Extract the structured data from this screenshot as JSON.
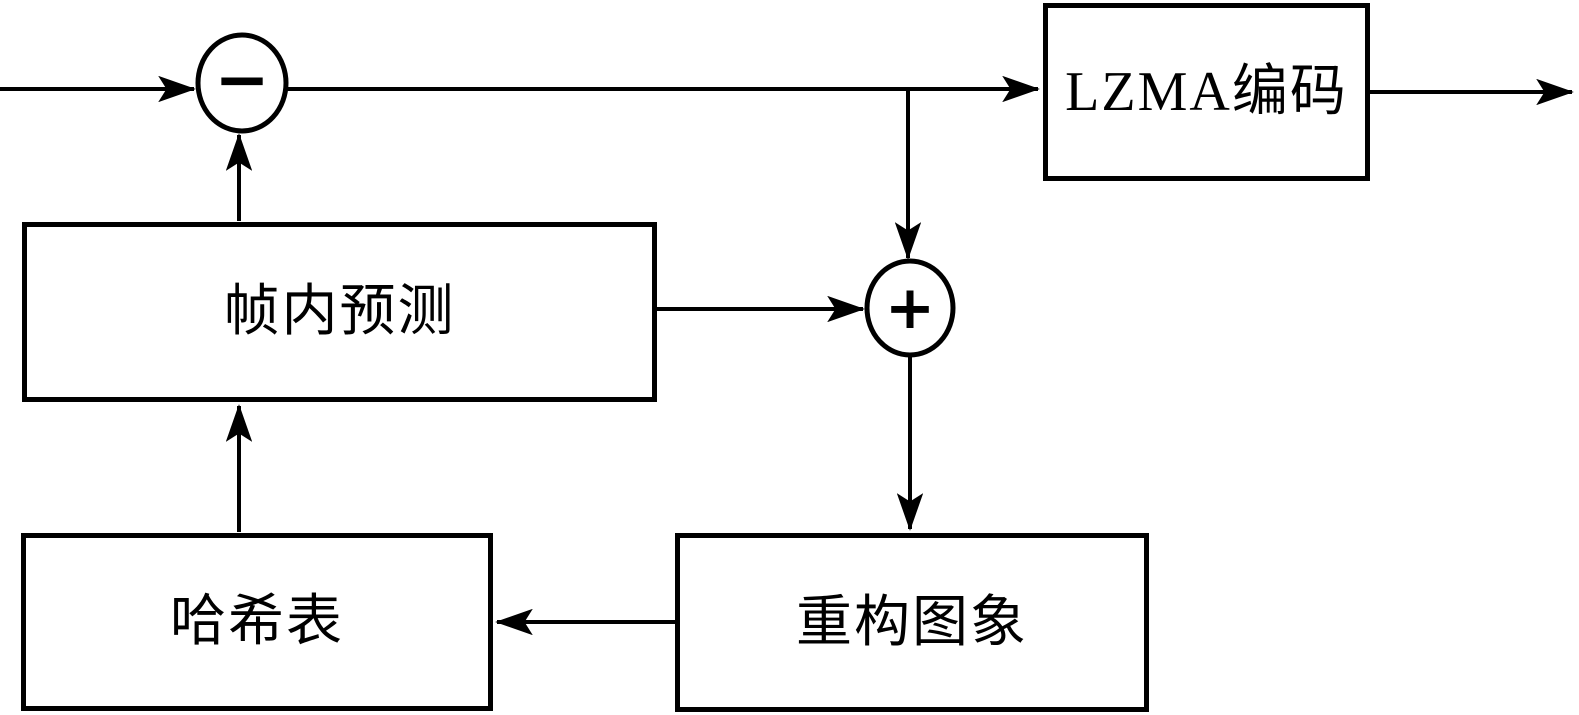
{
  "diagram": {
    "type": "block-diagram",
    "description": "Intra-frame prediction + LZMA encoding pipeline flowchart",
    "background_color": "#ffffff",
    "line_color": "#000000",
    "nodes": {
      "subtractor": {
        "symbol": "−",
        "shape": "circle"
      },
      "adder": {
        "symbol": "+",
        "shape": "circle"
      },
      "lzma": {
        "label": "LZMA编码",
        "shape": "rect"
      },
      "intra_prediction": {
        "label": "帧内预测",
        "shape": "rect"
      },
      "hash_table": {
        "label": "哈希表",
        "shape": "rect"
      },
      "reconstructed_image": {
        "label": "重构图象",
        "shape": "rect"
      }
    },
    "edges": [
      {
        "from": "input",
        "to": "subtractor",
        "arrow": true
      },
      {
        "from": "subtractor",
        "to": "lzma",
        "arrow": true
      },
      {
        "from": "lzma",
        "to": "output",
        "arrow": true
      },
      {
        "from": "subtractor_lzma_line",
        "to": "adder",
        "arrow": true
      },
      {
        "from": "intra_prediction",
        "to": "subtractor",
        "arrow": true
      },
      {
        "from": "intra_prediction",
        "to": "adder",
        "arrow": true
      },
      {
        "from": "adder",
        "to": "reconstructed_image",
        "arrow": true
      },
      {
        "from": "reconstructed_image",
        "to": "hash_table",
        "arrow": true
      },
      {
        "from": "hash_table",
        "to": "intra_prediction",
        "arrow": true
      }
    ]
  }
}
